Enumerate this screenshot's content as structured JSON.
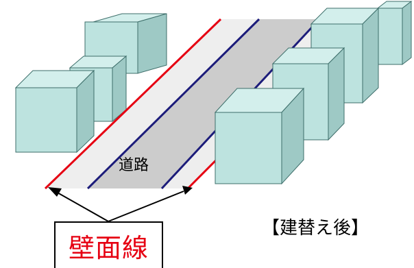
{
  "labels": {
    "road": "道路",
    "after": "【建替え後】",
    "wall_line": "壁面線"
  },
  "colors": {
    "building_front": "#bde3df",
    "building_top": "#d3efec",
    "building_side": "#9ec9c5",
    "building_edge": "#3d6e6a",
    "road_surface": "#cccccc",
    "sidewalk": "#eeeeee",
    "wall_line": "#e60012",
    "lane_line": "#1c1c7a",
    "label_text": "#e60012"
  }
}
